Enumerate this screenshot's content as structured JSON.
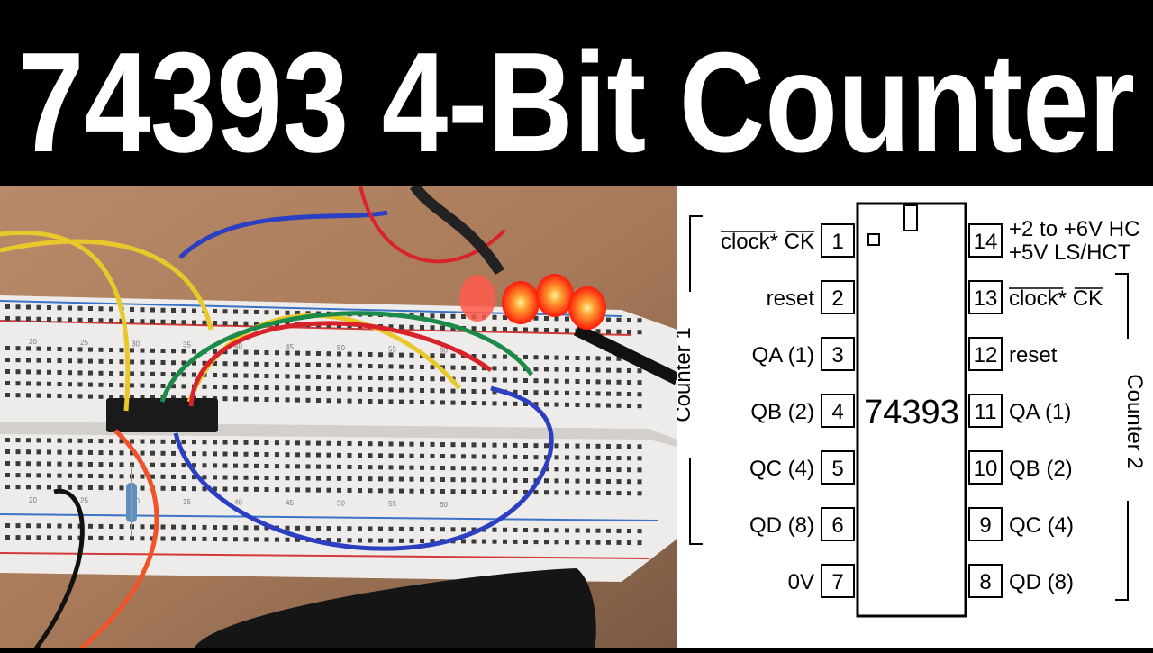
{
  "title": "74393 4-Bit Counter",
  "colors": {
    "banner_bg": "#000000",
    "title_text": "#ffffff",
    "breadboard": "#eeecea",
    "wire_yellow": "#e8c82a",
    "wire_blue": "#2c3fc0",
    "wire_red": "#d8232a",
    "wire_green": "#1e8a4a",
    "wire_orange": "#f0522a",
    "led_red": "#ff2a1a",
    "rail_red": "#d23a3a",
    "rail_blue": "#3a72c8"
  },
  "photo": {
    "breadboard_row_numbers": [
      "20",
      "25",
      "30",
      "35",
      "40",
      "45",
      "50",
      "55",
      "60",
      "20",
      "25",
      "30",
      "35",
      "40",
      "45",
      "50",
      "55",
      "60"
    ]
  },
  "pinout": {
    "chip_label": "74393",
    "left_group_label": "Counter 1",
    "right_group_label": "Counter 2",
    "left_pins": [
      {
        "num": "1",
        "label": "clock* CK"
      },
      {
        "num": "2",
        "label": "reset"
      },
      {
        "num": "3",
        "label": "QA (1)"
      },
      {
        "num": "4",
        "label": "QB (2)"
      },
      {
        "num": "5",
        "label": "QC (4)"
      },
      {
        "num": "6",
        "label": "QD (8)"
      },
      {
        "num": "7",
        "label": "0V"
      }
    ],
    "right_pins": [
      {
        "num": "14",
        "label": "+2 to +6V HC",
        "label2": "+5V LS/HCT"
      },
      {
        "num": "13",
        "label": "clock* CK"
      },
      {
        "num": "12",
        "label": "reset"
      },
      {
        "num": "11",
        "label": "QA (1)"
      },
      {
        "num": "10",
        "label": "QB (2)"
      },
      {
        "num": "9",
        "label": "QC (4)"
      },
      {
        "num": "8",
        "label": "QD (8)"
      }
    ]
  }
}
